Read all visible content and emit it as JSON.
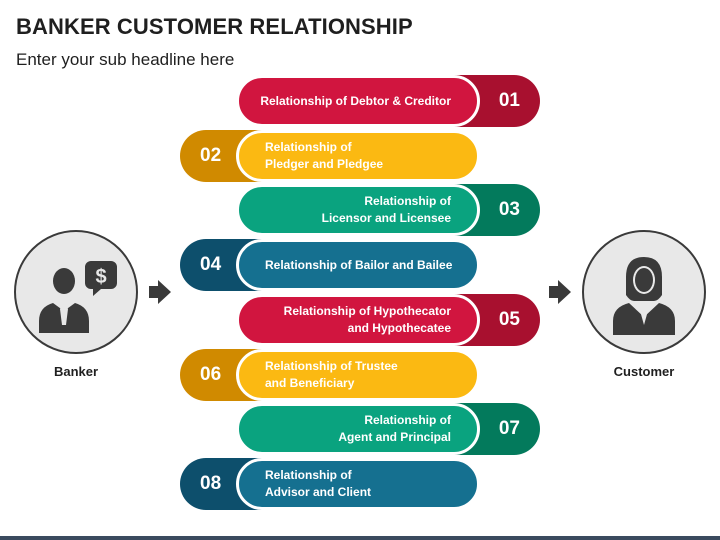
{
  "header": {
    "title": "BANKER CUSTOMER RELATIONSHIP",
    "subtitle": "Enter your sub headline here"
  },
  "colors": {
    "crimson": "#d1153f",
    "crimson_dark": "#a8102f",
    "amber": "#fbb912",
    "amber_dark": "#d08a00",
    "green": "#0aa37f",
    "green_dark": "#037a5c",
    "teal": "#157090",
    "teal_dark": "#0d4f6c"
  },
  "banker": {
    "label": "Banker",
    "icon": "banker-with-dollar-icon"
  },
  "customer": {
    "label": "Customer",
    "icon": "businesswoman-icon"
  },
  "relationships": [
    {
      "number": "01",
      "text": "Relationship of Debtor & Creditor",
      "side": "right",
      "color": "crimson"
    },
    {
      "number": "02",
      "text": "Relationship of\nPledger and Pledgee",
      "side": "left",
      "color": "amber"
    },
    {
      "number": "03",
      "text": "Relationship of\nLicensor and Licensee",
      "side": "right",
      "color": "green"
    },
    {
      "number": "04",
      "text": "Relationship of Bailor and Bailee",
      "side": "left",
      "color": "teal"
    },
    {
      "number": "05",
      "text": "Relationship of Hypothecator\nand Hypothecatee",
      "side": "right",
      "color": "crimson"
    },
    {
      "number": "06",
      "text": "Relationship of Trustee\nand Beneficiary",
      "side": "left",
      "color": "amber"
    },
    {
      "number": "07",
      "text": "Relationship of\nAgent and Principal",
      "side": "right",
      "color": "green"
    },
    {
      "number": "08",
      "text": "Relationship of\nAdvisor and Client",
      "side": "left",
      "color": "teal"
    }
  ]
}
